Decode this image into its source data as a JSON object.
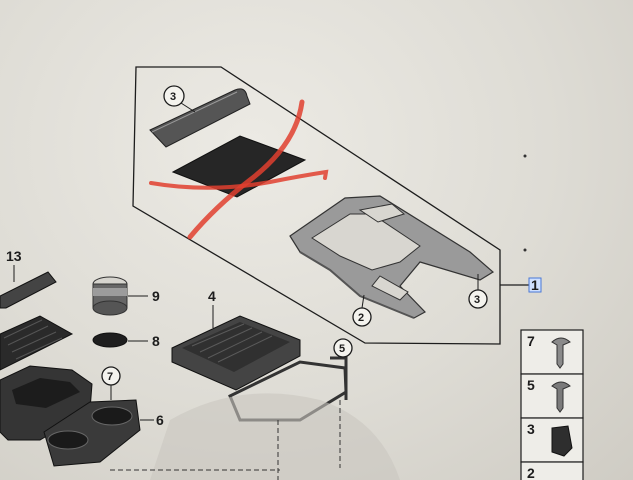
{
  "callouts": {
    "c3_top": "3",
    "c3_right": "3",
    "c2": "2",
    "c5": "5",
    "c7": "7",
    "n1": "1",
    "n4": "4",
    "n6": "6",
    "n8": "8",
    "n9": "9",
    "n13": "13"
  },
  "fastener_panel": {
    "items": [
      {
        "label": "7"
      },
      {
        "label": "5"
      },
      {
        "label": "3"
      },
      {
        "label": "2"
      }
    ]
  },
  "colors": {
    "strike": "#e0402f",
    "part_dark": "#2a2a2a",
    "selection": "#4a78d6",
    "line": "#1d1d1d"
  }
}
